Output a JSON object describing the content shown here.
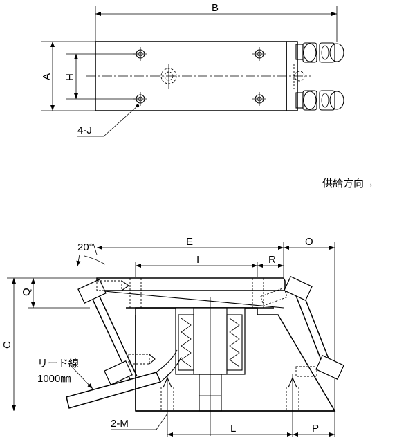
{
  "top_view": {
    "dim_B": "B",
    "dim_A": "A",
    "dim_H": "H",
    "callout_hole": "4-J"
  },
  "supply_direction": "供給方向→",
  "front_view": {
    "dim_angle": "20°",
    "dim_E": "E",
    "dim_O": "O",
    "dim_I": "I",
    "dim_R": "R",
    "dim_Q": "Q",
    "dim_C": "C",
    "lead_wire_label": "リード線",
    "lead_wire_length": "1000㎜",
    "callout_mount": "2-M",
    "dim_L": "L",
    "dim_P": "P"
  }
}
